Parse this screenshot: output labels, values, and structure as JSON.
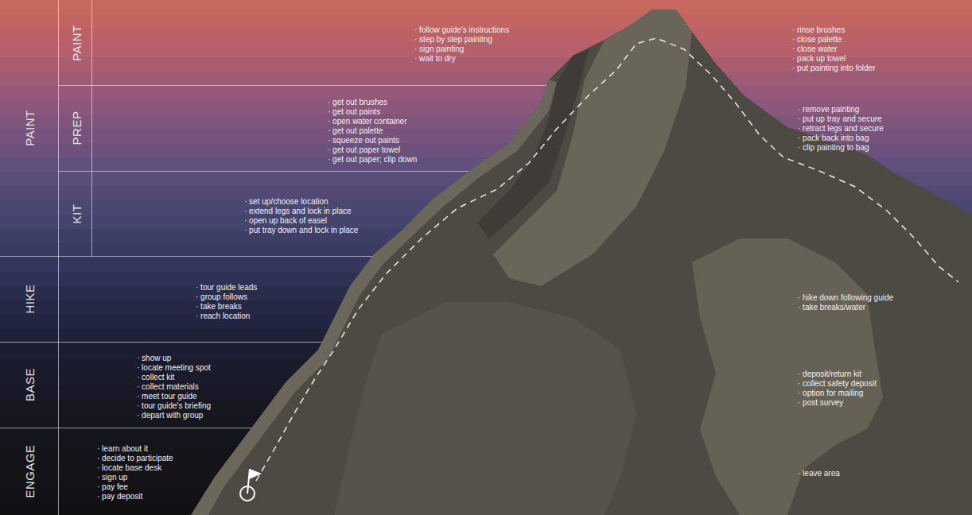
{
  "diagram": {
    "nodes": [
      {
        "text": [
          "PAINT"
        ]
      },
      {
        "text": [
          "PAINT"
        ],
        "in": 0
      },
      {
        "text": [
          "PREP"
        ],
        "in": 0
      },
      {
        "text": [
          "KIT"
        ],
        "in": 0
      },
      {
        "text": [
          "HIKE"
        ]
      },
      {
        "text": [
          "BASE"
        ]
      },
      {
        "text": [
          "ENGAGE"
        ]
      }
    ],
    "labels": [
      "· follow guide's instructions",
      "· step by step painting",
      "· sign painting",
      "· wait to dry",
      "· rinse brushes",
      "· close palette",
      "· close water",
      "· pack up towel",
      "· put painting into folder",
      "· get out brushes",
      "· get out paints",
      "· open water container",
      "· get out palette",
      "· squeeze out paints",
      "· get out paper towel",
      "· get out paper; clip down",
      "· remove painting",
      "· put up tray and secure",
      "· retract legs and secure",
      "· pack back into bag",
      "· clip painting to bag",
      "· set up/choose location",
      "· extend legs and lock in place",
      "· open up back of easel",
      "· put tray down and lock in place",
      "· tour guide leads",
      "· group follows",
      "· take breaks",
      "· reach location",
      "· hike down following guide",
      "· take breaks/water",
      "· show up",
      "· locate meeting spot",
      "· collect kit",
      "· collect materials",
      "· meet tour guide",
      "· tour guide's briefing",
      "· depart with group",
      "· deposit/return kit",
      "· collect safety deposit",
      "· option for mailing",
      "· post survey",
      "· learn about it",
      "· decide to participate",
      "· locate base desk",
      "· sign up",
      "· pay fee",
      "· pay deposit",
      "· leave area"
    ]
  }
}
